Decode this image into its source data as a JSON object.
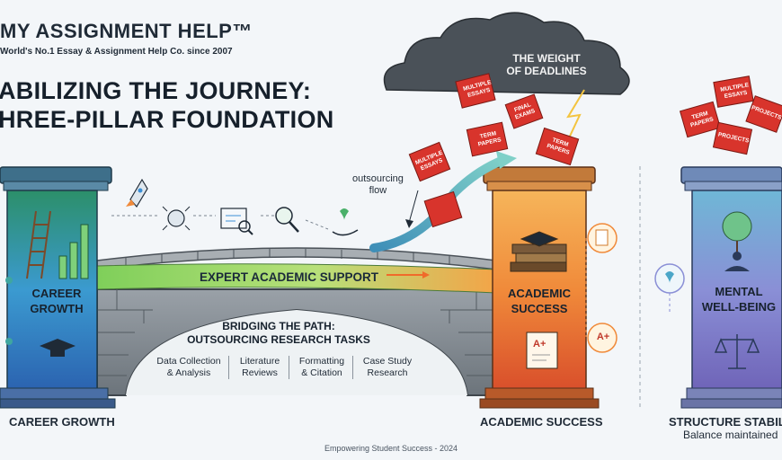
{
  "header": {
    "brand": "MY ASSIGNMENT HELP™",
    "tagline": "World's No.1 Essay & Assignment Help Co. since 2007",
    "title_line1": "ABILIZING THE JOURNEY:",
    "title_line2": "HREE-PILLAR FOUNDATION"
  },
  "cloud": {
    "label_line1": "THE WEIGHT",
    "label_line2": "OF DEADLINES"
  },
  "cubes": [
    {
      "line1": "MULTIPLE",
      "line2": "ESSAYS"
    },
    {
      "line1": "FINAL",
      "line2": "EXAMS"
    },
    {
      "line1": "TERM",
      "line2": "PAPERS"
    },
    {
      "line1": "TERM",
      "line2": "PAPERS"
    },
    {
      "line1": "MULTIPLE",
      "line2": "ESSAYS"
    }
  ],
  "right_cubes": [
    {
      "line1": "MULTIPLE",
      "line2": "ESSAYS"
    },
    {
      "line1": "TERM",
      "line2": "PAPERS"
    },
    {
      "line1": "PROJECTS",
      "line2": ""
    },
    {
      "line1": "PROJECTS",
      "line2": ""
    }
  ],
  "flow": {
    "label_line1": "outsourcing",
    "label_line2": "flow"
  },
  "pillars": {
    "left": {
      "line1": "CAREER",
      "line2": "GROWTH",
      "bottom_label": "CAREER GROWTH"
    },
    "middle": {
      "line1": "ACADEMIC",
      "line2": "SUCCESS",
      "bottom_label": "ACADEMIC SUCCESS",
      "grade_badge": "A+",
      "grade_badge_2": "A+"
    },
    "right": {
      "line1": "MENTAL",
      "line2": "WELL-BEING",
      "bottom_label": "STRUCTURE STABILI",
      "bottom_sub": "Balance maintained"
    }
  },
  "bridge": {
    "band_text": "EXPERT ACADEMIC SUPPORT",
    "title_line1": "BRIDGING THE PATH:",
    "title_line2": "OUTSOURCING RESEARCH TASKS",
    "tasks": [
      {
        "line1": "Data Collection",
        "line2": "& Analysis"
      },
      {
        "line1": "Literature",
        "line2": "Reviews"
      },
      {
        "line1": "Formatting",
        "line2": "& Citation"
      },
      {
        "line1": "Case Study",
        "line2": "Research"
      }
    ]
  },
  "footer": "Empowering Student Success - 2024",
  "colors": {
    "cube_red": "#d8342c",
    "cloud": "#4a5158",
    "stone": "#7d858c",
    "band_green": "#8fd45c",
    "band_orange": "#f3a447",
    "pillar_left": "#3b8fd6",
    "pillar_mid": "#f08a3a",
    "pillar_right": "#8a7fd0"
  }
}
